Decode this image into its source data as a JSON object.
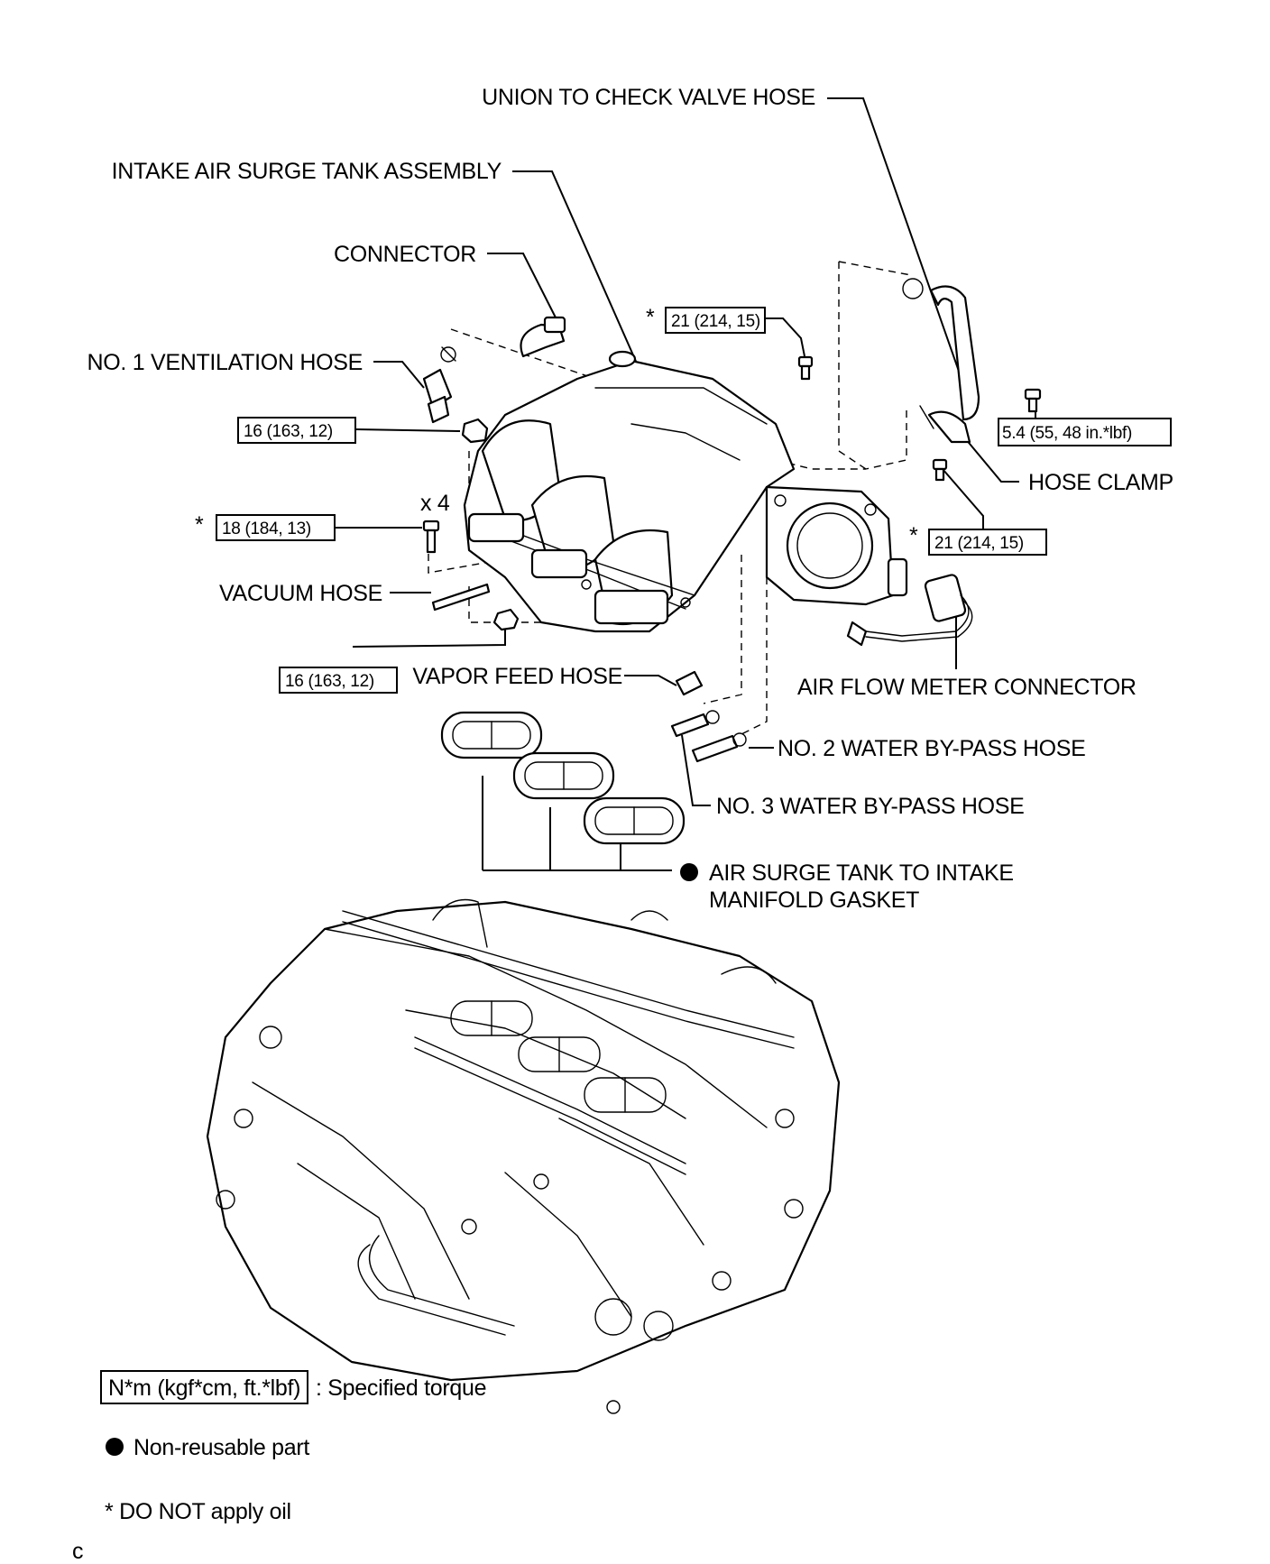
{
  "labels": {
    "union_hose": "UNION TO CHECK VALVE HOSE",
    "surge_tank": "INTAKE AIR SURGE TANK ASSEMBLY",
    "connector": "CONNECTOR",
    "vent_hose": "NO. 1 VENTILATION HOSE",
    "hose_clamp": "HOSE CLAMP",
    "vacuum_hose": "VACUUM HOSE",
    "vapor_hose": "VAPOR FEED HOSE",
    "afm_connector": "AIR FLOW METER CONNECTOR",
    "water2": "NO. 2 WATER BY-PASS HOSE",
    "water3": "NO. 3 WATER BY-PASS HOSE",
    "gasket_1": "AIR SURGE TANK TO INTAKE",
    "gasket_2": "MANIFOLD GASKET",
    "qty_x4": "x 4"
  },
  "torque": {
    "t21_top": "21 (214, 15)",
    "t16_top": "16 (163, 12)",
    "t18": "18 (184, 13)",
    "t54": "5.4 (55, 48 in.*lbf)",
    "t21_right": "21 (214, 15)",
    "t16_bottom": "16 (163, 12)",
    "asterisk": "*"
  },
  "legend": {
    "torque_box": "N*m (kgf*cm, ft.*lbf)",
    "torque_desc": ": Specified torque",
    "nonreusable": "Non-reusable part",
    "no_oil": "* DO NOT apply oil"
  },
  "corner_mark": "c"
}
